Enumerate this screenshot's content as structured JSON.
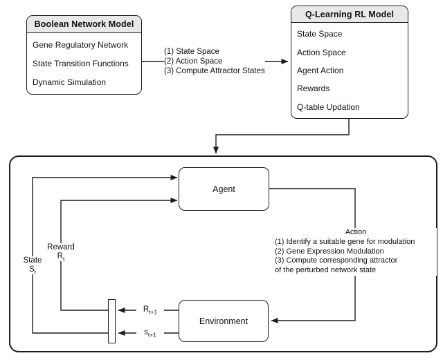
{
  "colors": {
    "background": "#ffffff",
    "stroke": "#1c1c1c",
    "header_fill": "#e8e8e8"
  },
  "bn_box": {
    "title": "Boolean Network Model",
    "items": [
      "Gene Regulatory Network",
      "State Transition Functions",
      "Dynamic Simulation"
    ]
  },
  "ql_box": {
    "title": "Q-Learning RL Model",
    "items": [
      "State Space",
      "Action Space",
      "Agent Action",
      "Rewards",
      "Q-table Updation"
    ]
  },
  "transfer_note": {
    "line1": "(1) State Space",
    "line2": "(2) Action Space",
    "line3": "(3) Compute Attractor States"
  },
  "rl_loop": {
    "agent": "Agent",
    "environment": "Environment",
    "action_note": {
      "title": "Action",
      "line1": "(1) Identify a suitable gene for modulation",
      "line2": "(2) Gene Expression Modulation",
      "line3": "(3) Compute corresponding attractor",
      "line4": "of the perturbed network state"
    },
    "state_label": {
      "word": "State",
      "base": "S",
      "sub": "t"
    },
    "reward_label": {
      "word": "Reward",
      "base": "R",
      "sub": "t"
    },
    "reward_next": {
      "base": "R",
      "sub": "t+1"
    },
    "state_next": {
      "base": "s",
      "sub": "t+1"
    }
  }
}
